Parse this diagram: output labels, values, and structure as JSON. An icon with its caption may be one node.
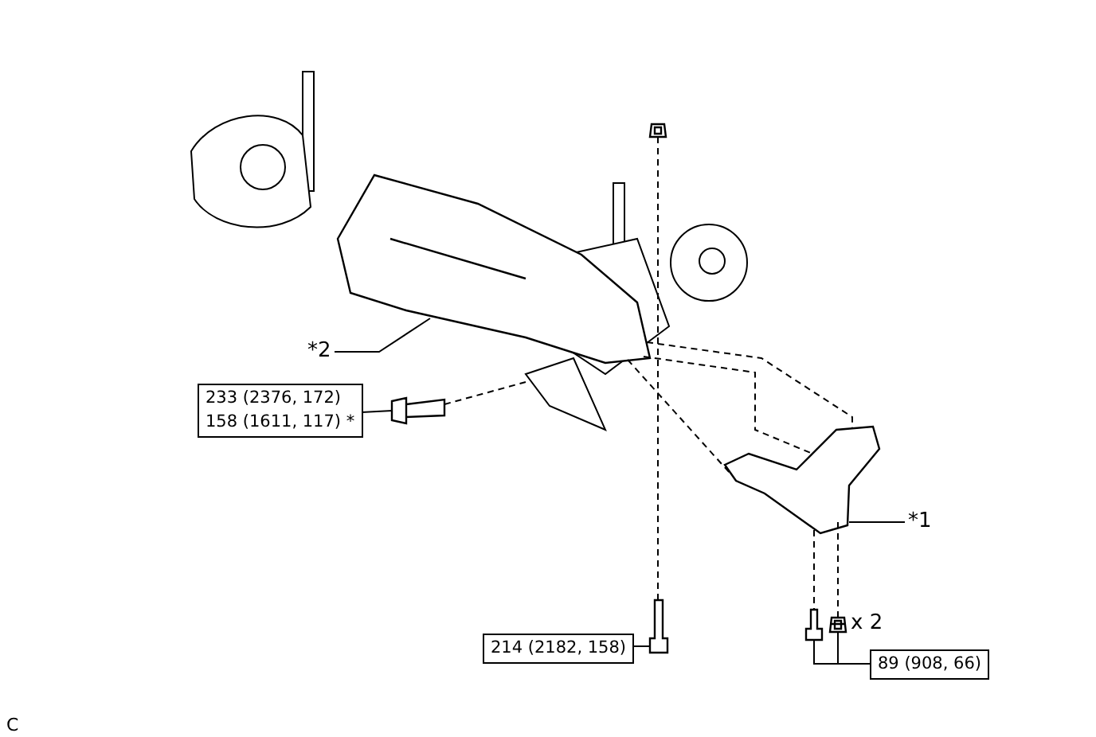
{
  "diagram": {
    "nodes": [
      {
        "text": [
          "*2"
        ]
      },
      {
        "text": [],
        "shape": "picture"
      },
      {
        "text": [
          "233 (2376, 172)",
          "158 (1611, 117) *"
        ]
      },
      {
        "text": [],
        "shape": "picture"
      },
      {
        "text": [
          "*1"
        ]
      },
      {
        "text": [],
        "shape": "picture"
      },
      {
        "text": [
          "214 (2182, 158)"
        ]
      },
      {
        "text": [],
        "shape": "picture"
      },
      {
        "text": [
          "89 (908, 66)"
        ]
      },
      {
        "text": [],
        "shape": "picture"
      },
      {
        "text": [],
        "shape": "picture",
        "beside": [
          "x 2"
        ]
      },
      {
        "text": [],
        "shape": "picture"
      }
    ],
    "edges": [
      {
        "from": 0,
        "to": 1,
        "arrow": "none"
      },
      {
        "from": 2,
        "to": 3,
        "arrow": "none"
      },
      {
        "from": 4,
        "to": 5,
        "arrow": "none"
      },
      {
        "from": 6,
        "to": 7,
        "arrow": "none"
      },
      {
        "from": 8,
        "to": 9,
        "arrow": "none"
      },
      {
        "from": 8,
        "to": 10,
        "arrow": "none"
      },
      {
        "from": 3,
        "to": 1,
        "arrow": "none",
        "style": "dashed"
      },
      {
        "from": 1,
        "to": 5,
        "arrow": "none",
        "style": "dashed"
      },
      {
        "from": 1,
        "to": 5,
        "arrow": "none",
        "style": "dashed"
      },
      {
        "from": 1,
        "to": 5,
        "arrow": "none",
        "style": "dashed"
      },
      {
        "from": 7,
        "to": 11,
        "arrow": "none",
        "style": "dashed"
      },
      {
        "from": 5,
        "to": 9,
        "arrow": "none",
        "style": "dashed"
      },
      {
        "from": 5,
        "to": 10,
        "arrow": "none",
        "style": "dashed"
      }
    ],
    "labels": [
      "C"
    ]
  }
}
